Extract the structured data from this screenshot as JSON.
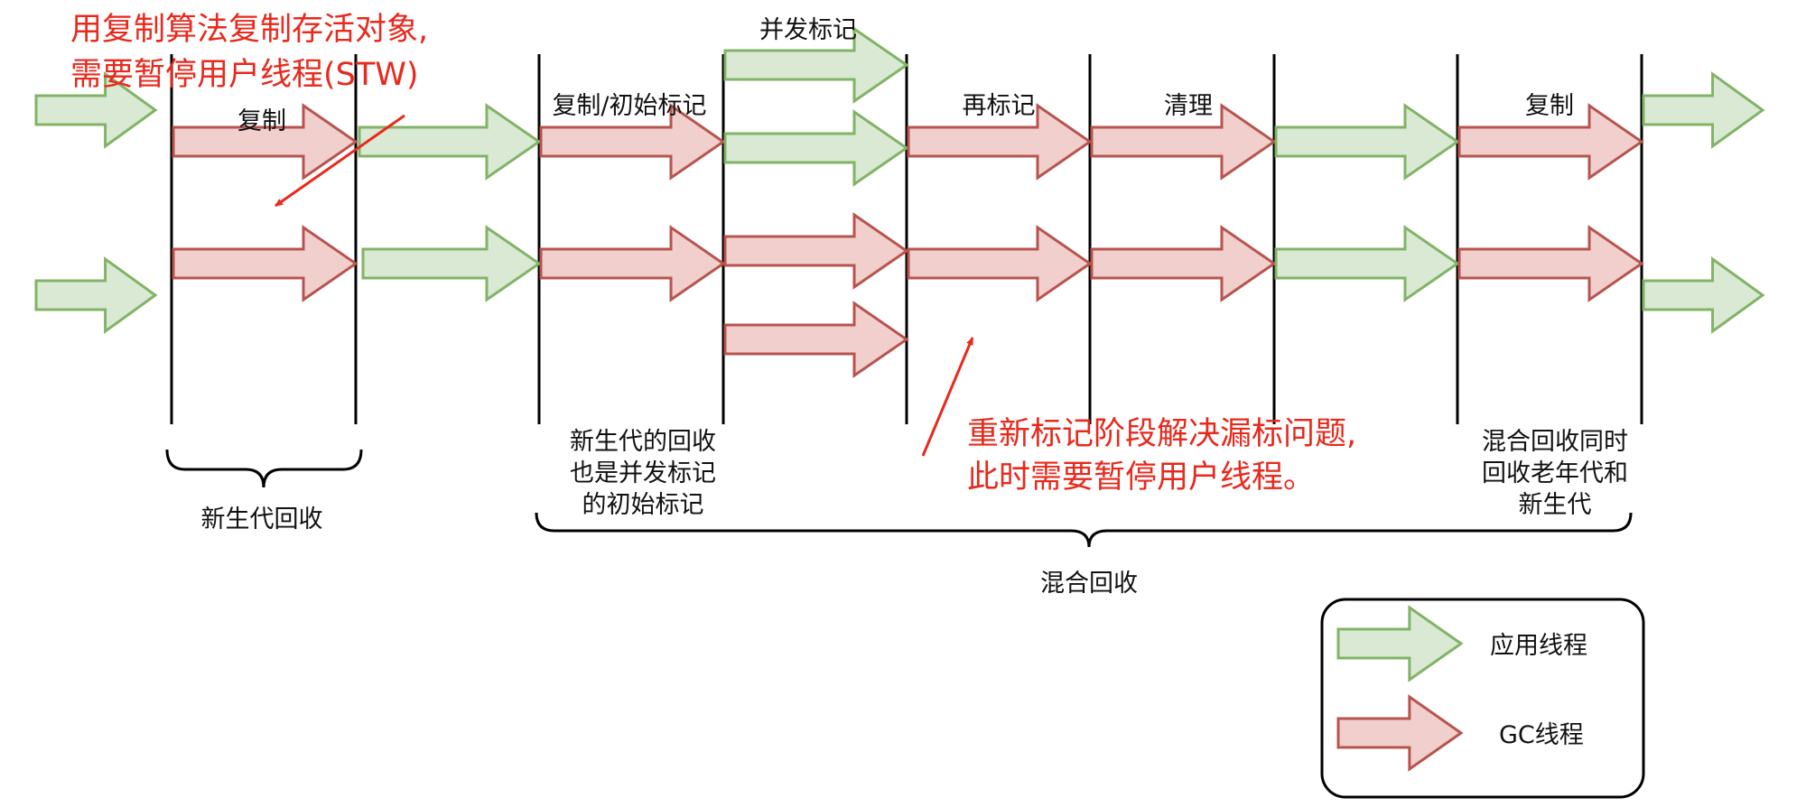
{
  "colors": {
    "app_fill": "#d9e9d4",
    "app_stroke": "#82b366",
    "gc_fill": "#f0cfcd",
    "gc_stroke": "#b85450",
    "annotation": "#e8291c",
    "line": "#000000"
  },
  "phases": {
    "copy": "复制",
    "concurrent_mark": "并发标记",
    "copy_initial_mark": "复制/初始标记",
    "remark": "再标记",
    "cleanup": "清理",
    "mixed_copy": "复制"
  },
  "annotations": {
    "copy_note": [
      "用复制算法复制存活对象,",
      "需要暂停用户线程(STW)"
    ],
    "remark_note": [
      "重新标记阶段解决漏标问题,",
      "此时需要暂停用户线程。"
    ]
  },
  "descriptions": {
    "young_collection": "新生代回收",
    "initial_mark_note": [
      "新生代的回收",
      "也是并发标记",
      "的初始标记"
    ],
    "mixed_note": [
      "混合回收同时",
      "回收老年代和",
      "新生代"
    ],
    "mixed_collection": "混合回收"
  },
  "legend": {
    "app_thread": "应用线程",
    "gc_thread": "GC线程",
    "app_icon": "green-arrow-icon",
    "gc_icon": "red-arrow-icon"
  }
}
